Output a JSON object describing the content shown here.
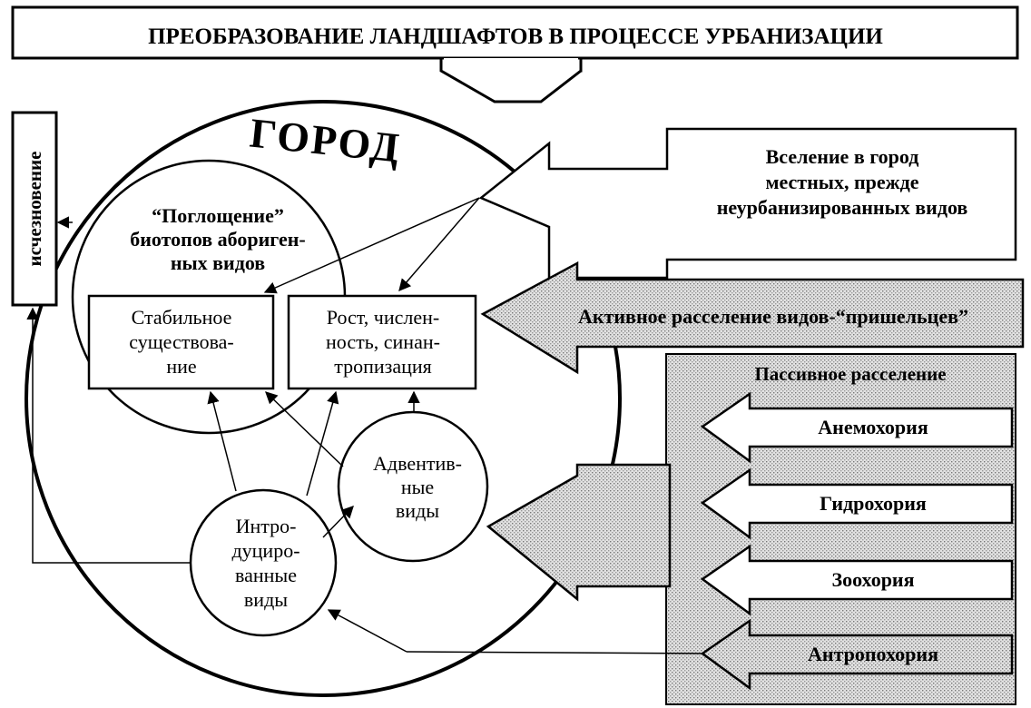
{
  "title": "ПРЕОБРАЗОВАНИЕ ЛАНДШАФТОВ В ПРОЦЕССЕ УРБАНИЗАЦИИ",
  "city_label": "ГОРОД",
  "extinction_label": "исчезновение",
  "absorption": {
    "line1": "“Поглощение”",
    "line2": "биотопов абориген-",
    "line3": "ных видов"
  },
  "stable": {
    "line1": "Стабильное",
    "line2": "существова-",
    "line3": "ние"
  },
  "growth": {
    "line1": "Рост, числен-",
    "line2": "ность, синан-",
    "line3": "тропизация"
  },
  "adventive": {
    "line1": "Адвентив-",
    "line2": "ные",
    "line3": "виды"
  },
  "introduced": {
    "line1": "Интро-",
    "line2": "дуциро-",
    "line3": "ванные",
    "line4": "виды"
  },
  "local_species": {
    "line1": "Вселение в город",
    "line2": "местных, прежде",
    "line3": "неурбанизированных видов"
  },
  "active_dispersal": "Активное расселение видов-“пришельцев”",
  "passive_dispersal": {
    "title": "Пассивное расселение",
    "items": [
      "Анемохория",
      "Гидрохория",
      "Зоохория",
      "Антропохория"
    ]
  },
  "colors": {
    "ink": "#000000",
    "paper": "#ffffff",
    "shade": "#c8c8c8",
    "shade_light": "#e2e2e2"
  }
}
